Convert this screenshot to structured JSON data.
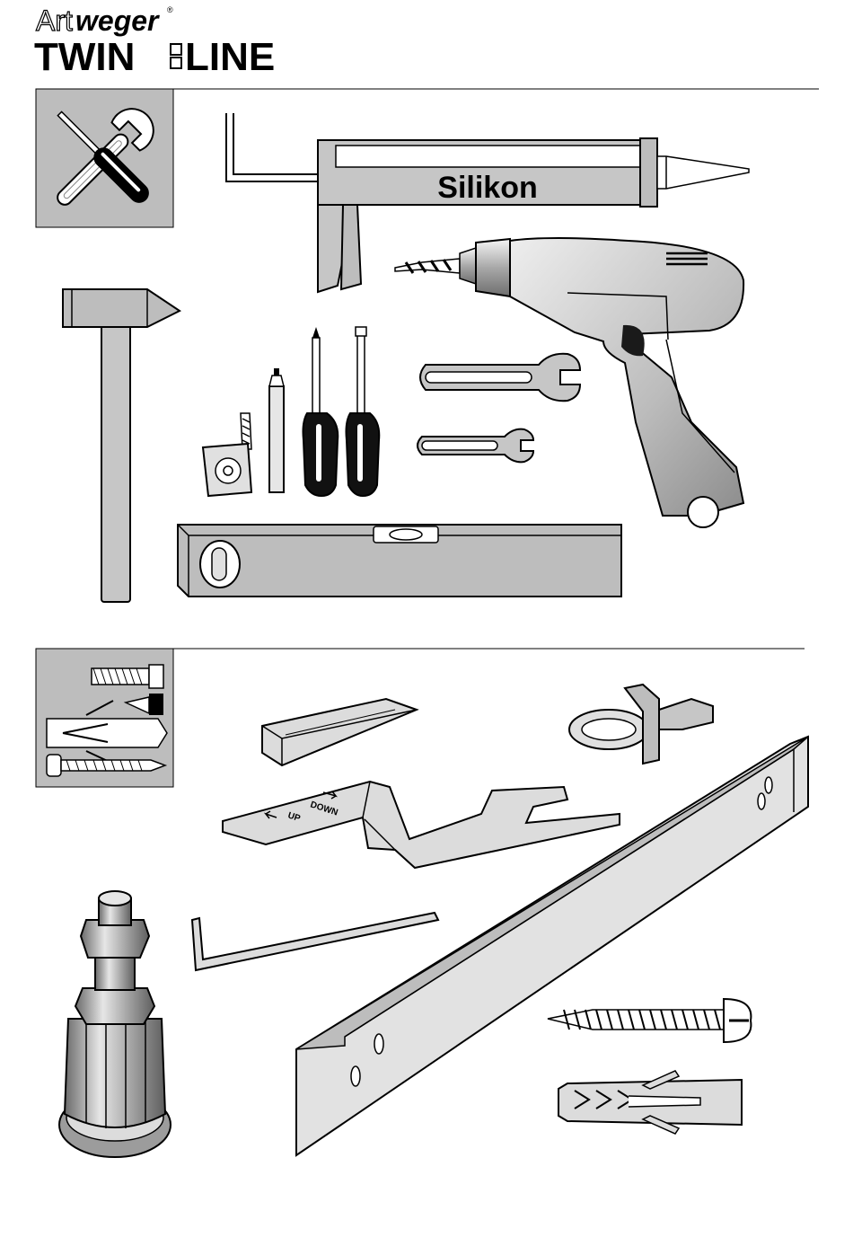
{
  "brand": {
    "name_part1": "Art",
    "name_part2": "weger",
    "registered": "®",
    "product_part1": "TWIN",
    "product_part2": "LINE"
  },
  "tools_section": {
    "icon": "tools-icon",
    "caulking_gun_label": "Silikon",
    "items": [
      "hammer",
      "caulking-gun",
      "power-drill",
      "tape-measure",
      "pencil",
      "phillips-screwdriver",
      "flat-screwdriver",
      "large-wrench",
      "small-wrench",
      "spirit-level"
    ]
  },
  "parts_section": {
    "icon": "fasteners-icon",
    "bracket_arrow_labels": [
      "DOWN",
      "UP"
    ],
    "items": [
      "wedge",
      "ring-clip",
      "mounting-bracket",
      "adjustable-foot",
      "allen-key",
      "wall-rail",
      "screw",
      "wall-plug"
    ]
  },
  "colors": {
    "ink": "#000000",
    "fill_light": "#dcdcdc",
    "fill_mid": "#bdbdbd",
    "fill_dark": "#8a8a8a"
  }
}
